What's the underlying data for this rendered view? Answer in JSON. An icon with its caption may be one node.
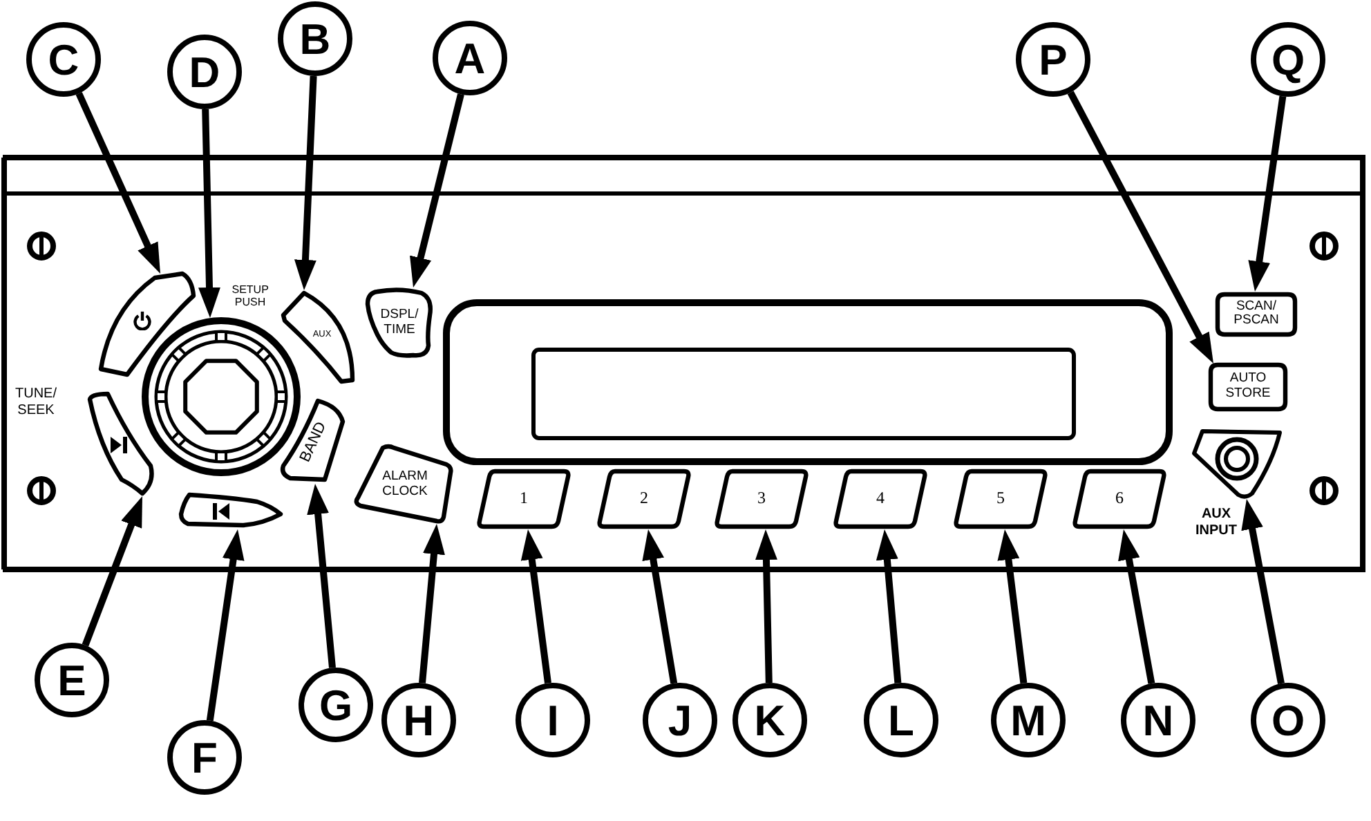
{
  "diagram": {
    "nodes": [
      {
        "text": [
          "C"
        ]
      },
      {
        "text": [
          "D"
        ]
      },
      {
        "text": [
          "B"
        ]
      },
      {
        "text": [
          "A"
        ]
      },
      {
        "text": [
          "P"
        ]
      },
      {
        "text": [
          "Q"
        ]
      },
      {
        "text": [],
        "shape": "box"
      },
      {
        "text": [],
        "shape": "circle"
      },
      {
        "text": [
          "AUX"
        ]
      },
      {
        "text": [
          "DSPL/ TIME"
        ]
      },
      {
        "text": [
          "SCAN/ PSCAN"
        ]
      },
      {
        "text": [
          "AUTO STORE"
        ]
      },
      {
        "text": [],
        "shape": "box"
      },
      {
        "text": [
          "BAND"
        ]
      },
      {
        "text": [],
        "shape": "circle"
      },
      {
        "text": [
          "ALARM CLOCK"
        ]
      },
      {
        "text": [
          "1"
        ]
      },
      {
        "text": [
          "2"
        ]
      },
      {
        "text": [
          "3"
        ]
      },
      {
        "text": [
          "4"
        ]
      },
      {
        "text": [
          "5"
        ]
      },
      {
        "text": [
          "6"
        ]
      },
      {
        "text": [],
        "shape": "box"
      },
      {
        "text": [
          "E"
        ]
      },
      {
        "text": [
          "F"
        ]
      },
      {
        "text": [
          "G"
        ]
      },
      {
        "text": [
          "H"
        ]
      },
      {
        "text": [
          "I"
        ]
      },
      {
        "text": [
          "J"
        ]
      },
      {
        "text": [
          "K"
        ]
      },
      {
        "text": [
          "L"
        ]
      },
      {
        "text": [
          "M"
        ]
      },
      {
        "text": [
          "N"
        ]
      },
      {
        "text": [
          "O"
        ]
      }
    ],
    "edges": [
      {
        "from": 0,
        "to": 6,
        "arrow": "to"
      },
      {
        "from": 1,
        "to": 7,
        "arrow": "to"
      },
      {
        "from": 2,
        "to": 8,
        "arrow": "to"
      },
      {
        "from": 3,
        "to": 9,
        "arrow": "to"
      },
      {
        "from": 4,
        "to": 11,
        "arrow": "to"
      },
      {
        "from": 5,
        "to": 10,
        "arrow": "to"
      },
      {
        "from": 23,
        "to": 12,
        "arrow": "to"
      },
      {
        "from": 24,
        "to": 22,
        "arrow": "to"
      },
      {
        "from": 25,
        "to": 13,
        "arrow": "to"
      },
      {
        "from": 26,
        "to": 15,
        "arrow": "to"
      },
      {
        "from": 27,
        "to": 16,
        "arrow": "to"
      },
      {
        "from": 28,
        "to": 17,
        "arrow": "to"
      },
      {
        "from": 29,
        "to": 18,
        "arrow": "to"
      },
      {
        "from": 30,
        "to": 19,
        "arrow": "to"
      },
      {
        "from": 31,
        "to": 20,
        "arrow": "to"
      },
      {
        "from": 32,
        "to": 21,
        "arrow": "to"
      },
      {
        "from": 33,
        "to": 14,
        "arrow": "to"
      }
    ],
    "labels": [
      "SETUP PUSH",
      "TUNE/ SEEK",
      "AUX INPUT"
    ]
  }
}
